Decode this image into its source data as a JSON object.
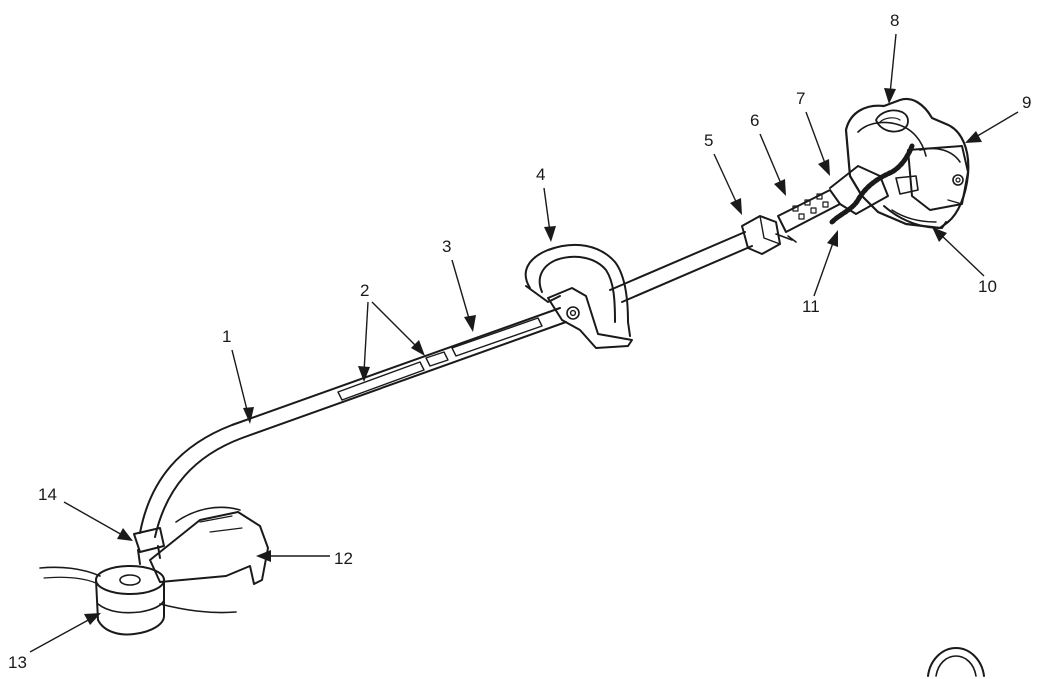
{
  "diagram": {
    "callouts": [
      {
        "id": "1",
        "label": "1"
      },
      {
        "id": "2",
        "label": "2"
      },
      {
        "id": "3",
        "label": "3"
      },
      {
        "id": "4",
        "label": "4"
      },
      {
        "id": "5",
        "label": "5"
      },
      {
        "id": "6",
        "label": "6"
      },
      {
        "id": "7",
        "label": "7"
      },
      {
        "id": "8",
        "label": "8"
      },
      {
        "id": "9",
        "label": "9"
      },
      {
        "id": "10",
        "label": "10"
      },
      {
        "id": "11",
        "label": "11"
      },
      {
        "id": "12",
        "label": "12"
      },
      {
        "id": "13",
        "label": "13"
      },
      {
        "id": "14",
        "label": "14"
      }
    ],
    "colors": {
      "ink": "#1a1a1a",
      "background": "#ffffff"
    }
  }
}
